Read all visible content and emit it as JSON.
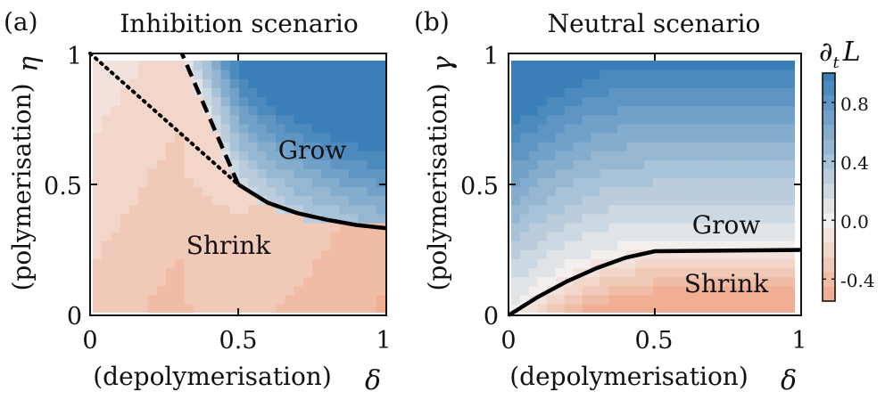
{
  "chart_data": [
    {
      "type": "heatmap",
      "panel_label": "(a)",
      "title": "Inhibition scenario",
      "xlabel": "(depolymerisation)",
      "xsymbol": "δ",
      "ylabel": "(polymerisation)",
      "ysymbol": "η",
      "xlim": [
        0,
        1
      ],
      "ylim": [
        0,
        1
      ],
      "xticks": [
        "0",
        "0.5",
        "1"
      ],
      "yticks": [
        "0",
        "0.5",
        "1"
      ],
      "regions": [
        {
          "label": "Grow",
          "x": 0.76,
          "y": 0.62
        },
        {
          "label": "Shrink",
          "x": 0.47,
          "y": 0.26
        }
      ],
      "boundaries": [
        {
          "style": "solid",
          "points": [
            [
              0.5,
              0.5
            ],
            [
              0.6,
              0.43
            ],
            [
              0.7,
              0.39
            ],
            [
              0.8,
              0.365
            ],
            [
              0.9,
              0.345
            ],
            [
              1.0,
              0.333
            ]
          ]
        },
        {
          "style": "dashed",
          "points": [
            [
              0.5,
              0.5
            ],
            [
              0.31,
              1.0
            ]
          ]
        },
        {
          "style": "dotted",
          "points": [
            [
              0.0,
              1.0
            ],
            [
              0.5,
              0.5
            ]
          ]
        }
      ]
    },
    {
      "type": "heatmap",
      "panel_label": "(b)",
      "title": "Neutral scenario",
      "xlabel": "(depolymerisation)",
      "xsymbol": "δ",
      "ylabel": "(polymerisation)",
      "ysymbol": "γ",
      "xlim": [
        0,
        1
      ],
      "ylim": [
        0,
        1
      ],
      "xticks": [
        "0",
        "0.5",
        "1"
      ],
      "yticks": [
        "0",
        "0.5",
        "1"
      ],
      "regions": [
        {
          "label": "Grow",
          "x": 0.74,
          "y": 0.34
        },
        {
          "label": "Shrink",
          "x": 0.74,
          "y": 0.12
        }
      ],
      "boundaries": [
        {
          "style": "solid",
          "points": [
            [
              0,
              0
            ],
            [
              0.1,
              0.07
            ],
            [
              0.2,
              0.13
            ],
            [
              0.3,
              0.18
            ],
            [
              0.4,
              0.22
            ],
            [
              0.5,
              0.245
            ],
            [
              1.0,
              0.25
            ]
          ]
        }
      ]
    }
  ],
  "colorbar": {
    "title": "∂",
    "title_sub": "t",
    "title_var": "L",
    "ticks": [
      "0.8",
      "0.4",
      "0.0",
      "-0.4"
    ],
    "range": [
      -0.55,
      1.0
    ],
    "colors": {
      "positive": "#3a7fb8",
      "zero": "#f2efec",
      "negative": "#f0a98c"
    }
  }
}
